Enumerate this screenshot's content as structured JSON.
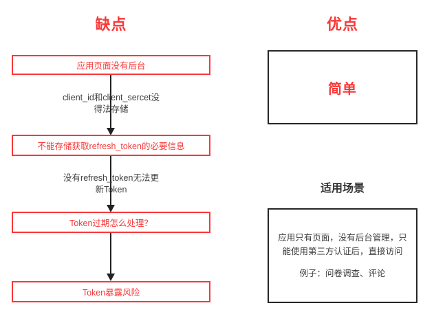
{
  "colors": {
    "red": "#fa3737",
    "arrow_line": "#222222",
    "dark_border": "#262626",
    "dark_text": "#3d3d3d"
  },
  "cons": {
    "title": "缺点",
    "steps": [
      "应用页面没有后台",
      "不能存储获取refresh_token的必要信息",
      "Token过期怎么处理？",
      "Token暴露风险"
    ],
    "arrow_labels": [
      "client_id和client_sercet没\n得法存储",
      "没有refresh_token无法更\n新Token"
    ]
  },
  "pros": {
    "title": "优点",
    "advantage": "简单",
    "scenario_title": "适用场景",
    "scenario_text": "应用只有页面，没有后台管理，只\n能使用第三方认证后，直接访问",
    "scenario_example": "例子：问卷调查、评论"
  }
}
